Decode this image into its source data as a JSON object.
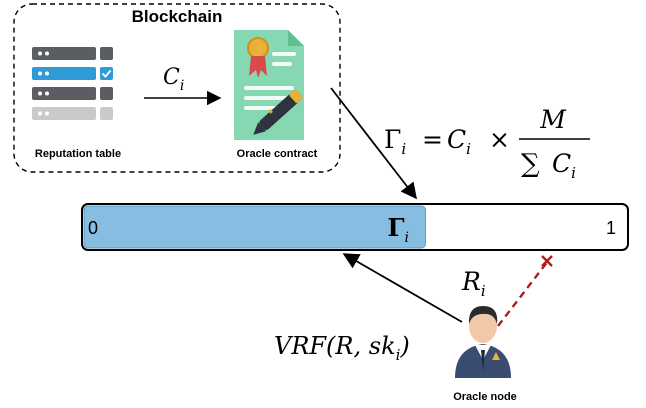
{
  "blockchain": {
    "title": "Blockchain",
    "reputation_table_label": "Reputation table",
    "oracle_contract_label": "Oracle contract",
    "arrow_label_var": "C",
    "arrow_label_sub": "i"
  },
  "formula": {
    "lhs_var": "Γ",
    "lhs_sub": "i",
    "equals": "=",
    "c_var": "C",
    "c_sub": "i",
    "times": "×",
    "numerator": "M",
    "den_sum": "∑",
    "den_var": "C",
    "den_sub": "i"
  },
  "bar": {
    "left_label": "0",
    "right_label": "1",
    "marker_var": "Γ",
    "marker_sub": "i",
    "filled_fraction": 0.63,
    "fill_color": "#86bde0",
    "empty_color": "#ffffff"
  },
  "node": {
    "r_var": "R",
    "r_sub": "i",
    "vrf_text": "VRF(R, sk",
    "vrf_sub": "i",
    "vrf_close": ")",
    "label": "Oracle node"
  },
  "colors": {
    "link_red": "#b01c1c",
    "table_dark": "#5a5e63",
    "table_blue": "#2f9bd6",
    "table_light": "#c8cacc",
    "contract_green": "#86d8b3"
  },
  "icons": {
    "table": "database-table-icon",
    "contract": "contract-document-icon",
    "node": "businessman-icon"
  }
}
